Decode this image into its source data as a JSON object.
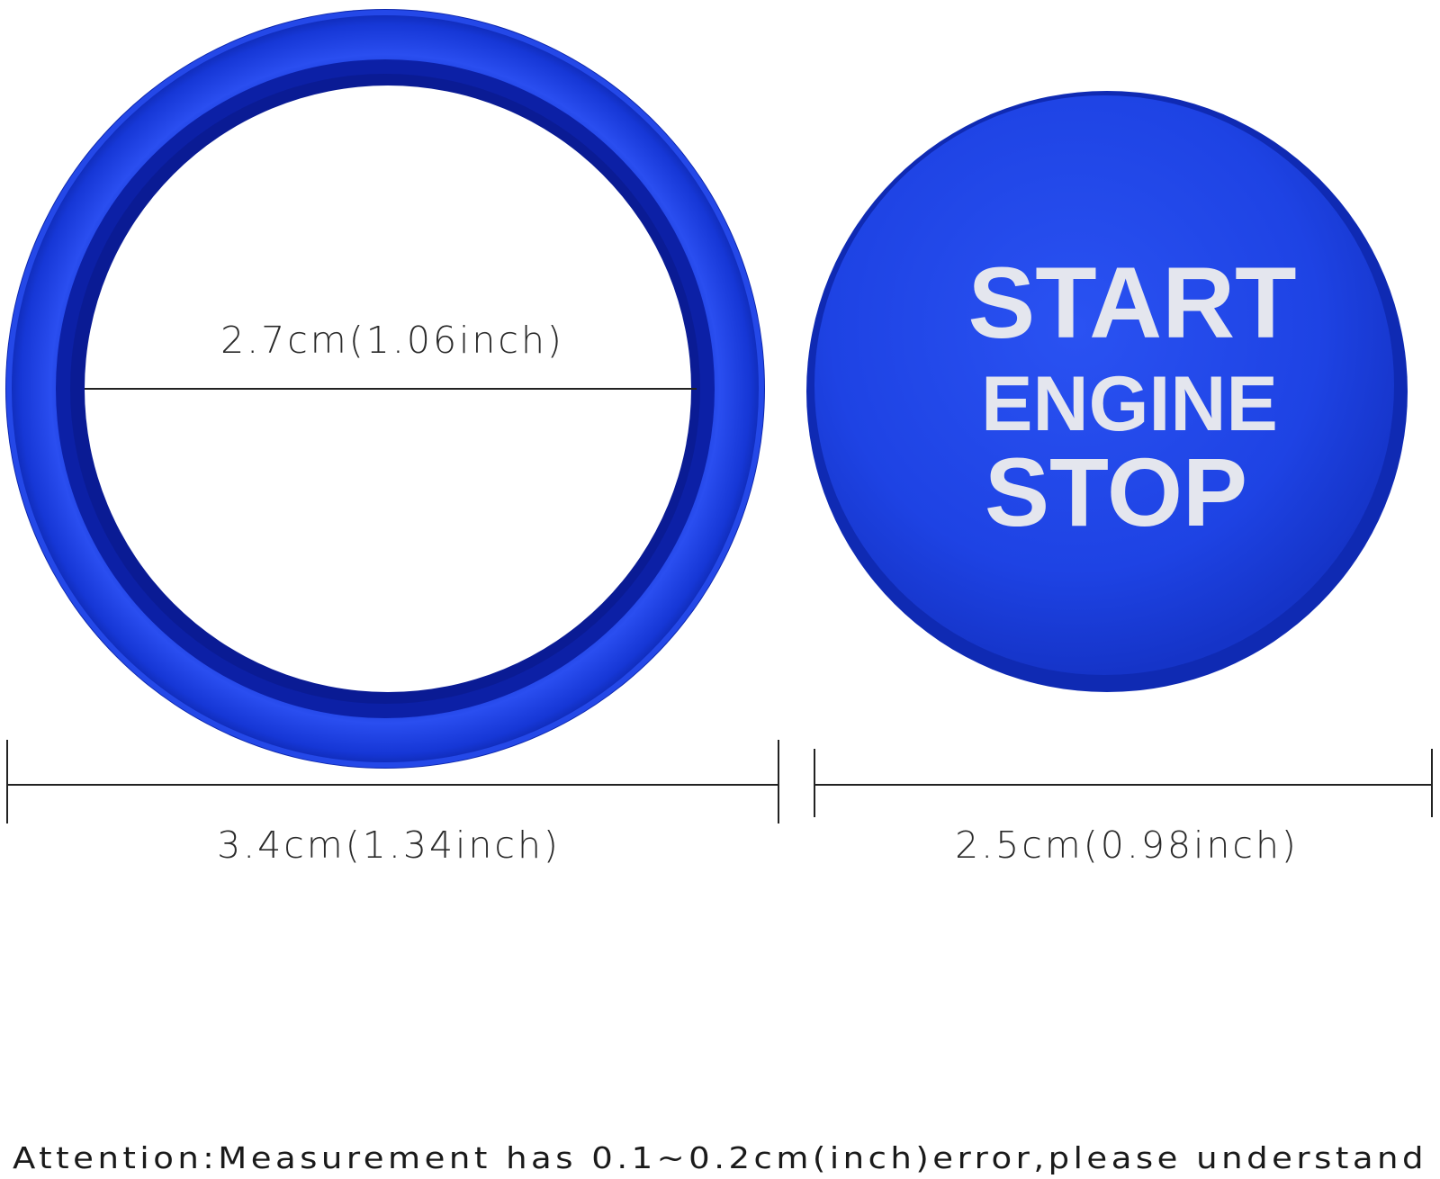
{
  "product": {
    "ring": {
      "inner_measurement_label": "2.7cm(1.06inch)",
      "outer_measurement_label": "3.4cm(1.34inch)"
    },
    "button": {
      "line1": "START",
      "line2": "ENGINE",
      "line3": "STOP",
      "measurement_label": "2.5cm(0.98inch)"
    }
  },
  "footer": {
    "attention_text": "Attention:Measurement has 0.1~0.2cm(inch)error,please understand"
  },
  "colors": {
    "ring_blue": "#1638d8",
    "ring_dark_blue": "#0b22a6",
    "button_blue": "#1f44e6",
    "button_edge_blue": "#0f2ab3",
    "line_color": "#222222",
    "text_color": "#2a2a2a"
  }
}
